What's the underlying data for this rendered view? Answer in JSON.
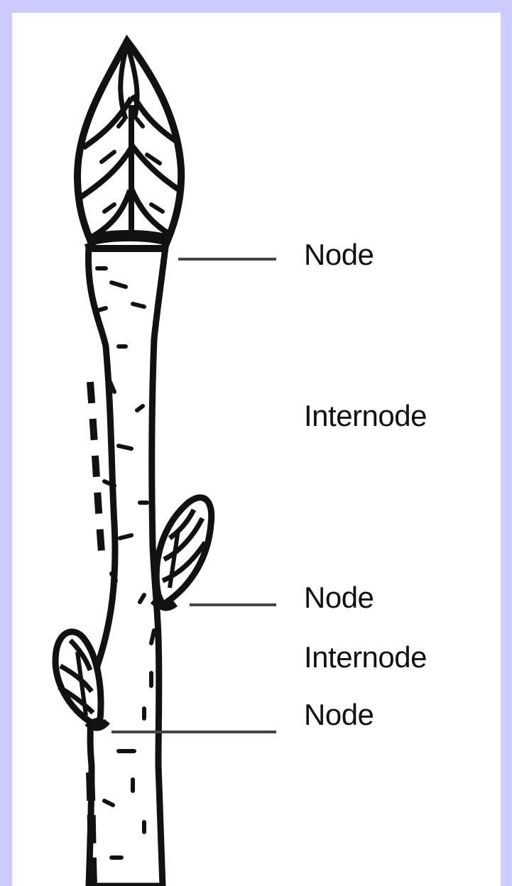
{
  "background_color": "#ccccff",
  "panel_color": "#ffffff",
  "ink_color": "#111111",
  "labels": {
    "node_1": "Node",
    "internode_1": "Internode",
    "node_2": "Node",
    "internode_2": "Internode",
    "node_3": "Node"
  }
}
